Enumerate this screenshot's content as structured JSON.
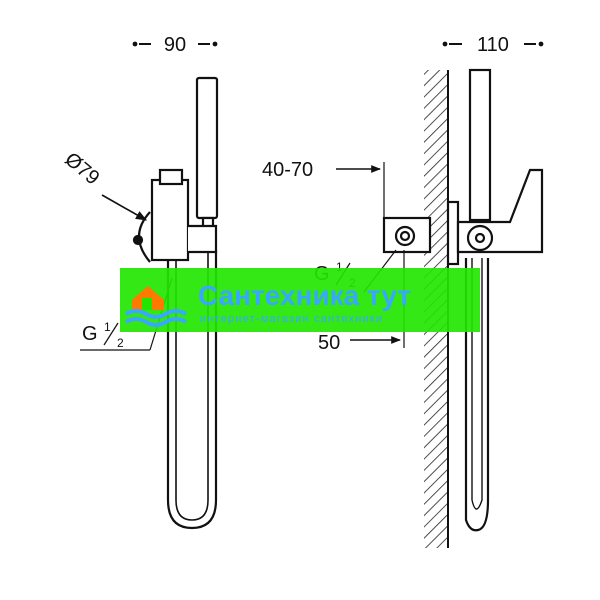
{
  "dimensions": {
    "front_width": "90",
    "side_width": "110",
    "diameter": "Ø79",
    "wall_range": "40-70",
    "offset": "50"
  },
  "thread": {
    "front_g": "G",
    "front_frac": "1/2",
    "side_g": "G",
    "side_frac": "1/2"
  },
  "watermark": {
    "brand": "Сантехника тут",
    "tagline": "интернет-магазин сантехники",
    "band_color": "#22e600",
    "text_color": "#3aa6ff",
    "accent_color": "#ff7a00"
  }
}
